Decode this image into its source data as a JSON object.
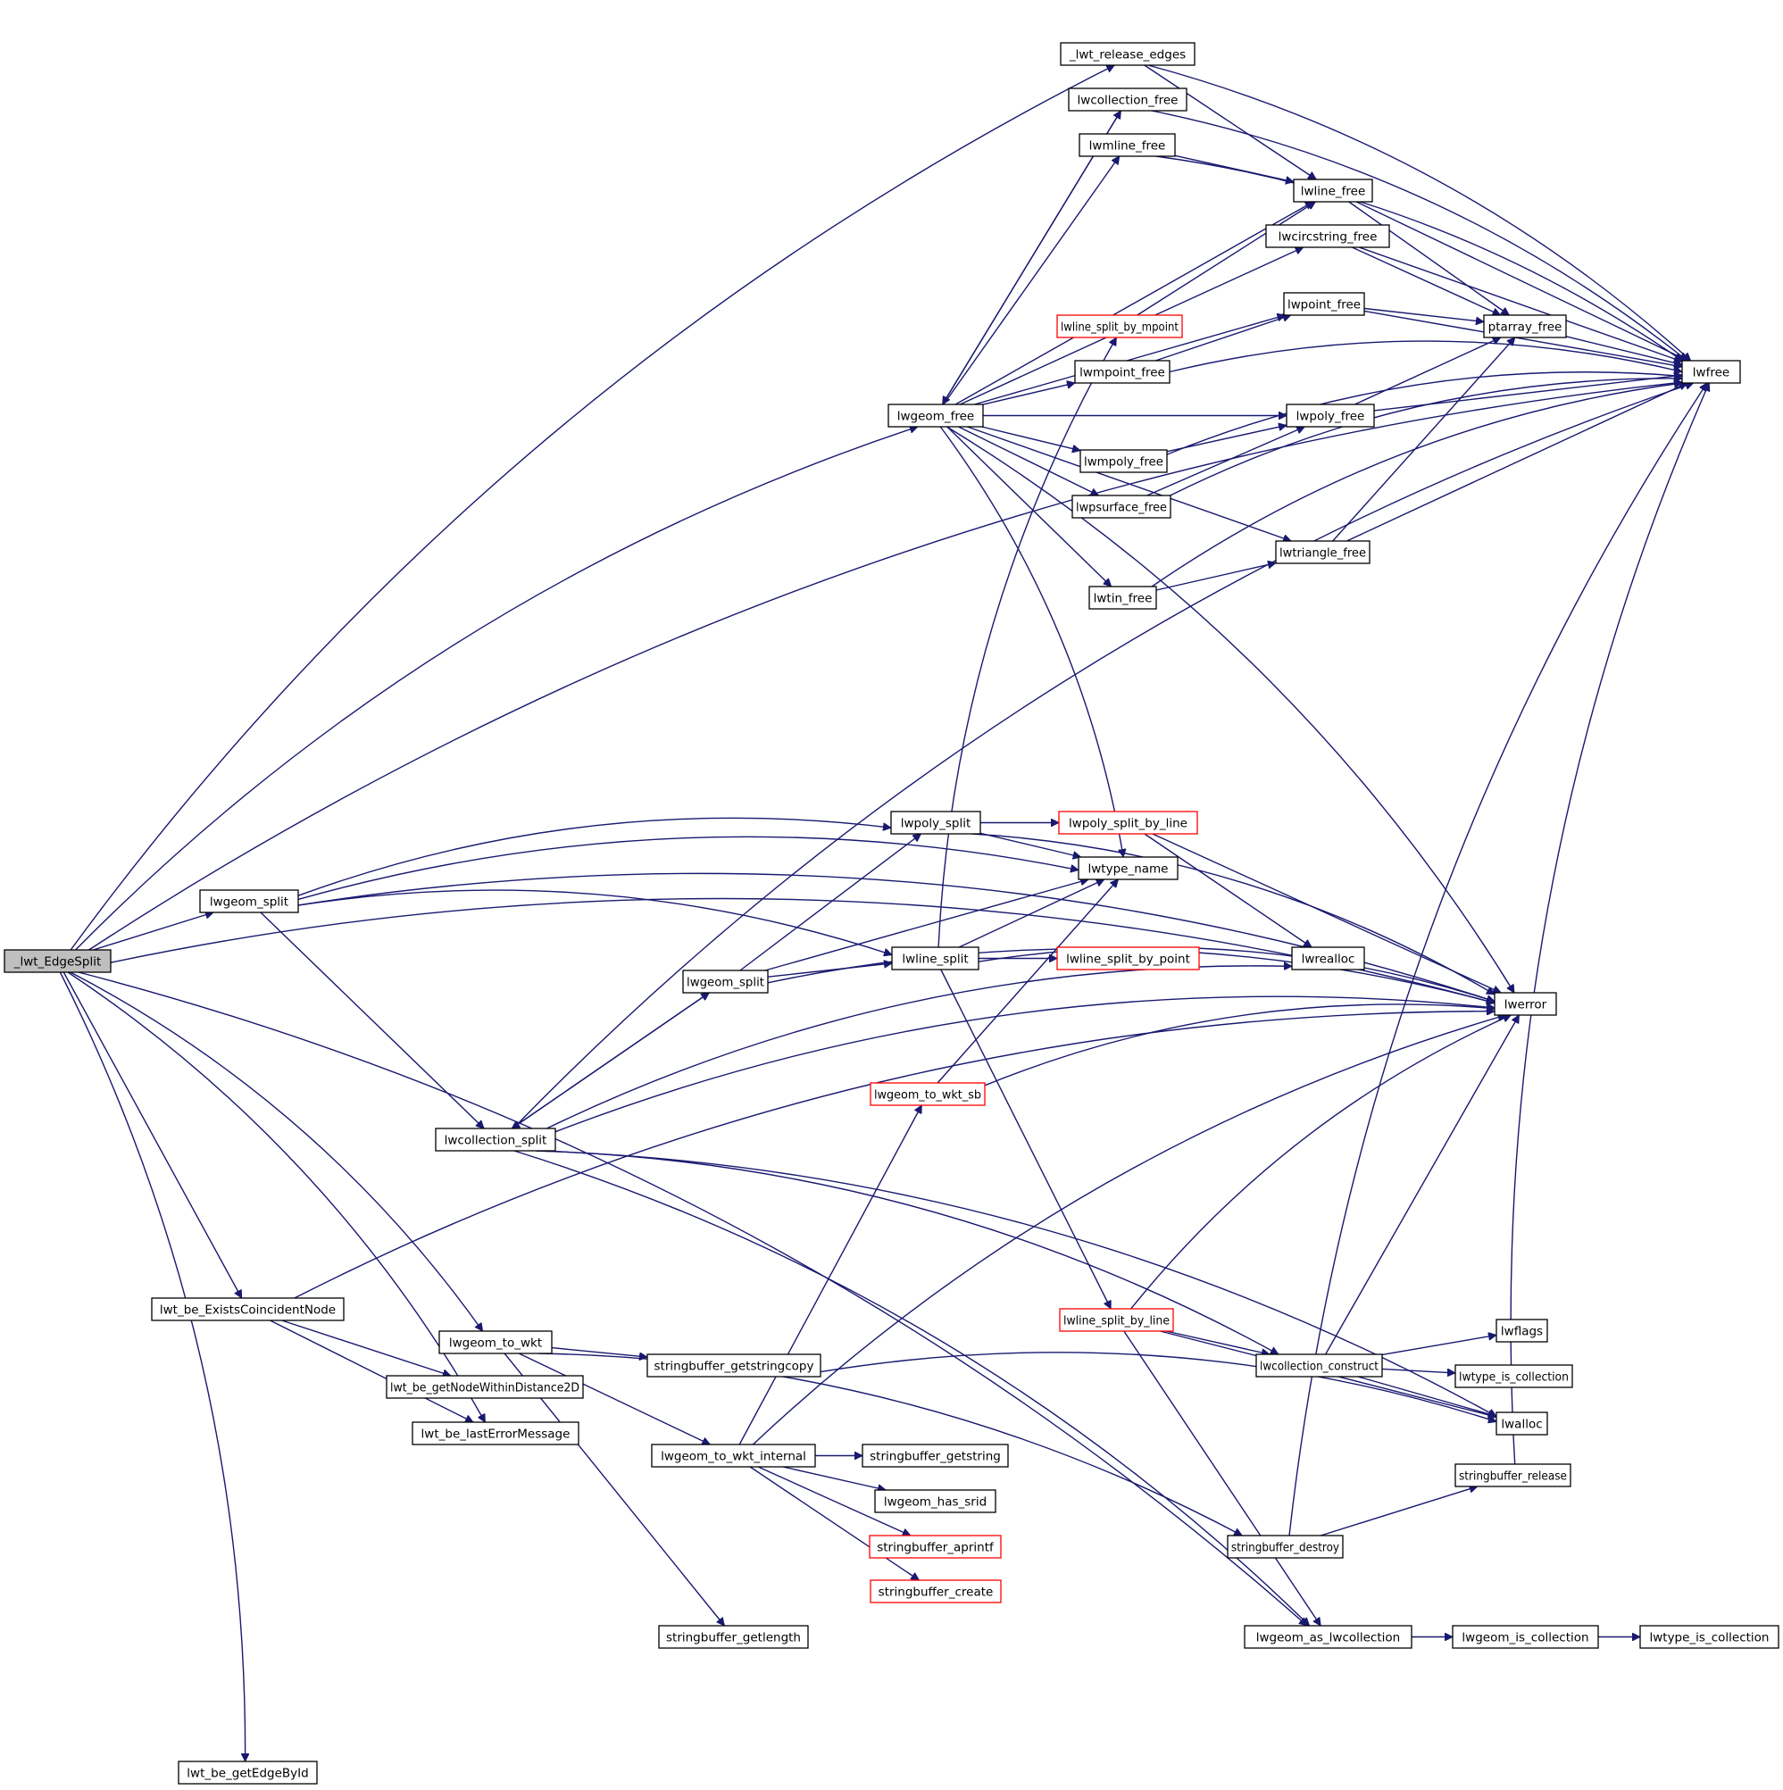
{
  "diagram": {
    "type": "call-graph",
    "colors": {
      "edge": "#191970",
      "node_border": "#000000",
      "external_border": "#ff0000",
      "root_fill": "#bfbfbf"
    },
    "nodes": [
      {
        "id": "root",
        "label": "_lwt_EdgeSplit",
        "kind": "root"
      },
      {
        "id": "release_edges",
        "label": "_lwt_release_edges",
        "kind": "normal"
      },
      {
        "id": "lwcollection_free",
        "label": "lwcollection_free",
        "kind": "normal"
      },
      {
        "id": "lwmline_free",
        "label": "lwmline_free",
        "kind": "normal"
      },
      {
        "id": "lwline_free",
        "label": "lwline_free",
        "kind": "normal"
      },
      {
        "id": "lwcircstring_free",
        "label": "lwcircstring_free",
        "kind": "normal"
      },
      {
        "id": "lwpoint_free",
        "label": "lwpoint_free",
        "kind": "normal"
      },
      {
        "id": "lwline_split_by_mpoint",
        "label": "lwline_split_by_mpoint",
        "kind": "external"
      },
      {
        "id": "ptarray_free",
        "label": "ptarray_free",
        "kind": "normal"
      },
      {
        "id": "lwmpoint_free",
        "label": "lwmpoint_free",
        "kind": "normal"
      },
      {
        "id": "lwfree",
        "label": "lwfree",
        "kind": "normal"
      },
      {
        "id": "lwgeom_free",
        "label": "lwgeom_free",
        "kind": "normal"
      },
      {
        "id": "lwpoly_free",
        "label": "lwpoly_free",
        "kind": "normal"
      },
      {
        "id": "lwmpoly_free",
        "label": "lwmpoly_free",
        "kind": "normal"
      },
      {
        "id": "lwpsurface_free",
        "label": "lwpsurface_free",
        "kind": "normal"
      },
      {
        "id": "lwtriangle_free",
        "label": "lwtriangle_free",
        "kind": "normal"
      },
      {
        "id": "lwtin_free",
        "label": "lwtin_free",
        "kind": "normal"
      },
      {
        "id": "lwpoly_split",
        "label": "lwpoly_split",
        "kind": "normal"
      },
      {
        "id": "lwpoly_split_by_line",
        "label": "lwpoly_split_by_line",
        "kind": "external"
      },
      {
        "id": "lwtype_name",
        "label": "lwtype_name",
        "kind": "normal"
      },
      {
        "id": "lwgeom_split_a",
        "label": "lwgeom_split",
        "kind": "normal"
      },
      {
        "id": "lwline_split",
        "label": "lwline_split",
        "kind": "normal"
      },
      {
        "id": "lwline_split_by_point",
        "label": "lwline_split_by_point",
        "kind": "external"
      },
      {
        "id": "lwrealloc",
        "label": "lwrealloc",
        "kind": "normal"
      },
      {
        "id": "lwgeom_split_b",
        "label": "lwgeom_split",
        "kind": "normal"
      },
      {
        "id": "lwerror",
        "label": "lwerror",
        "kind": "normal"
      },
      {
        "id": "lwgeom_to_wkt_sb",
        "label": "lwgeom_to_wkt_sb",
        "kind": "external"
      },
      {
        "id": "lwcollection_split",
        "label": "lwcollection_split",
        "kind": "normal"
      },
      {
        "id": "exists_coincident",
        "label": "lwt_be_ExistsCoincidentNode",
        "kind": "normal"
      },
      {
        "id": "lwline_split_by_line",
        "label": "lwline_split_by_line",
        "kind": "external"
      },
      {
        "id": "lwgeom_to_wkt",
        "label": "lwgeom_to_wkt",
        "kind": "normal"
      },
      {
        "id": "lwflags",
        "label": "lwflags",
        "kind": "normal"
      },
      {
        "id": "lwcollection_construct",
        "label": "lwcollection_construct",
        "kind": "normal"
      },
      {
        "id": "sb_getstringcopy",
        "label": "stringbuffer_getstringcopy",
        "kind": "normal"
      },
      {
        "id": "lwtype_is_collection_a",
        "label": "lwtype_is_collection",
        "kind": "normal"
      },
      {
        "id": "get_node_within",
        "label": "lwt_be_getNodeWithinDistance2D",
        "kind": "normal"
      },
      {
        "id": "lwalloc",
        "label": "lwalloc",
        "kind": "normal"
      },
      {
        "id": "last_error",
        "label": "lwt_be_lastErrorMessage",
        "kind": "normal"
      },
      {
        "id": "wkt_internal",
        "label": "lwgeom_to_wkt_internal",
        "kind": "normal"
      },
      {
        "id": "sb_getstring",
        "label": "stringbuffer_getstring",
        "kind": "normal"
      },
      {
        "id": "sb_release",
        "label": "stringbuffer_release",
        "kind": "normal"
      },
      {
        "id": "has_srid",
        "label": "lwgeom_has_srid",
        "kind": "normal"
      },
      {
        "id": "sb_aprintf",
        "label": "stringbuffer_aprintf",
        "kind": "external"
      },
      {
        "id": "sb_destroy",
        "label": "stringbuffer_destroy",
        "kind": "normal"
      },
      {
        "id": "sb_create",
        "label": "stringbuffer_create",
        "kind": "external"
      },
      {
        "id": "as_lwcollection",
        "label": "lwgeom_as_lwcollection",
        "kind": "normal"
      },
      {
        "id": "is_collection",
        "label": "lwgeom_is_collection",
        "kind": "normal"
      },
      {
        "id": "lwtype_is_collection_b",
        "label": "lwtype_is_collection",
        "kind": "normal"
      },
      {
        "id": "sb_getlength",
        "label": "stringbuffer_getlength",
        "kind": "normal"
      },
      {
        "id": "get_edge_by_id",
        "label": "lwt_be_getEdgeById",
        "kind": "normal"
      }
    ],
    "edges": [
      [
        "root",
        "release_edges"
      ],
      [
        "root",
        "lwfree"
      ],
      [
        "root",
        "lwgeom_free"
      ],
      [
        "root",
        "lwerror"
      ],
      [
        "root",
        "lwgeom_split_a"
      ],
      [
        "root",
        "exists_coincident"
      ],
      [
        "root",
        "lwgeom_to_wkt"
      ],
      [
        "root",
        "last_error"
      ],
      [
        "root",
        "as_lwcollection"
      ],
      [
        "root",
        "get_edge_by_id"
      ],
      [
        "release_edges",
        "lwfree"
      ],
      [
        "release_edges",
        "lwline_free"
      ],
      [
        "lwcollection_free",
        "lwfree"
      ],
      [
        "lwcollection_free",
        "lwgeom_free"
      ],
      [
        "lwmline_free",
        "lwfree"
      ],
      [
        "lwmline_free",
        "lwline_free"
      ],
      [
        "lwline_free",
        "lwfree"
      ],
      [
        "lwline_free",
        "ptarray_free"
      ],
      [
        "lwcircstring_free",
        "lwfree"
      ],
      [
        "lwcircstring_free",
        "ptarray_free"
      ],
      [
        "lwpoint_free",
        "lwfree"
      ],
      [
        "lwpoint_free",
        "ptarray_free"
      ],
      [
        "lwline_split_by_mpoint",
        "lwline_free"
      ],
      [
        "ptarray_free",
        "lwfree"
      ],
      [
        "lwmpoint_free",
        "lwfree"
      ],
      [
        "lwmpoint_free",
        "lwpoint_free"
      ],
      [
        "lwgeom_free",
        "lwcollection_free"
      ],
      [
        "lwgeom_free",
        "lwmline_free"
      ],
      [
        "lwgeom_free",
        "lwline_free"
      ],
      [
        "lwgeom_free",
        "lwcircstring_free"
      ],
      [
        "lwgeom_free",
        "lwpoint_free"
      ],
      [
        "lwgeom_free",
        "lwmpoint_free"
      ],
      [
        "lwgeom_free",
        "lwpoly_free"
      ],
      [
        "lwgeom_free",
        "lwmpoly_free"
      ],
      [
        "lwgeom_free",
        "lwpsurface_free"
      ],
      [
        "lwgeom_free",
        "lwtriangle_free"
      ],
      [
        "lwgeom_free",
        "lwtin_free"
      ],
      [
        "lwgeom_free",
        "lwtype_name"
      ],
      [
        "lwgeom_free",
        "lwerror"
      ],
      [
        "lwpoly_free",
        "lwfree"
      ],
      [
        "lwpoly_free",
        "ptarray_free"
      ],
      [
        "lwmpoly_free",
        "lwfree"
      ],
      [
        "lwmpoly_free",
        "lwpoly_free"
      ],
      [
        "lwpsurface_free",
        "lwfree"
      ],
      [
        "lwpsurface_free",
        "lwpoly_free"
      ],
      [
        "lwtriangle_free",
        "lwfree"
      ],
      [
        "lwtriangle_free",
        "ptarray_free"
      ],
      [
        "lwtin_free",
        "lwfree"
      ],
      [
        "lwtin_free",
        "lwtriangle_free"
      ],
      [
        "lwgeom_split_a",
        "lwpoly_split"
      ],
      [
        "lwgeom_split_a",
        "lwtype_name"
      ],
      [
        "lwgeom_split_a",
        "lwline_split"
      ],
      [
        "lwgeom_split_a",
        "lwerror"
      ],
      [
        "lwgeom_split_a",
        "lwcollection_split"
      ],
      [
        "lwpoly_split",
        "lwpoly_split_by_line"
      ],
      [
        "lwpoly_split",
        "lwtype_name"
      ],
      [
        "lwpoly_split",
        "lwerror"
      ],
      [
        "lwpoly_split_by_line",
        "lwerror"
      ],
      [
        "lwpoly_split_by_line",
        "lwrealloc"
      ],
      [
        "lwline_split",
        "lwline_split_by_point"
      ],
      [
        "lwline_split",
        "lwtype_name"
      ],
      [
        "lwline_split",
        "lwerror"
      ],
      [
        "lwline_split",
        "lwline_split_by_mpoint"
      ],
      [
        "lwline_split",
        "lwline_split_by_line"
      ],
      [
        "lwgeom_split_b",
        "lwpoly_split"
      ],
      [
        "lwgeom_split_b",
        "lwtype_name"
      ],
      [
        "lwgeom_split_b",
        "lwline_split"
      ],
      [
        "lwgeom_split_b",
        "lwerror"
      ],
      [
        "lwgeom_split_b",
        "lwcollection_split"
      ],
      [
        "lwcollection_split",
        "lwgeom_split_b"
      ],
      [
        "lwcollection_split",
        "lwrealloc"
      ],
      [
        "lwcollection_split",
        "lwerror"
      ],
      [
        "lwcollection_split",
        "lwfree"
      ],
      [
        "lwcollection_split",
        "lwcollection_construct"
      ],
      [
        "lwcollection_split",
        "lwalloc"
      ],
      [
        "lwcollection_split",
        "as_lwcollection"
      ],
      [
        "lwgeom_to_wkt_sb",
        "lwtype_name"
      ],
      [
        "lwgeom_to_wkt_sb",
        "lwerror"
      ],
      [
        "exists_coincident",
        "lwerror"
      ],
      [
        "exists_coincident",
        "get_node_within"
      ],
      [
        "exists_coincident",
        "last_error"
      ],
      [
        "lwline_split_by_line",
        "lwerror"
      ],
      [
        "lwline_split_by_line",
        "lwcollection_construct"
      ],
      [
        "lwline_split_by_line",
        "lwalloc"
      ],
      [
        "lwline_split_by_line",
        "as_lwcollection"
      ],
      [
        "lwgeom_to_wkt",
        "sb_getstringcopy"
      ],
      [
        "lwgeom_to_wkt",
        "wkt_internal"
      ],
      [
        "lwgeom_to_wkt",
        "sb_getlength"
      ],
      [
        "lwgeom_to_wkt",
        "sb_destroy"
      ],
      [
        "lwcollection_construct",
        "lwerror"
      ],
      [
        "lwcollection_construct",
        "lwflags"
      ],
      [
        "lwcollection_construct",
        "lwtype_is_collection_a"
      ],
      [
        "lwcollection_construct",
        "lwalloc"
      ],
      [
        "sb_getstringcopy",
        "lwalloc"
      ],
      [
        "wkt_internal",
        "lwerror"
      ],
      [
        "wkt_internal",
        "lwgeom_to_wkt_sb"
      ],
      [
        "wkt_internal",
        "sb_getstring"
      ],
      [
        "wkt_internal",
        "has_srid"
      ],
      [
        "wkt_internal",
        "sb_aprintf"
      ],
      [
        "wkt_internal",
        "sb_create"
      ],
      [
        "sb_release",
        "lwfree"
      ],
      [
        "sb_destroy",
        "sb_release"
      ],
      [
        "sb_destroy",
        "lwfree"
      ],
      [
        "as_lwcollection",
        "is_collection"
      ],
      [
        "is_collection",
        "lwtype_is_collection_b"
      ]
    ]
  }
}
